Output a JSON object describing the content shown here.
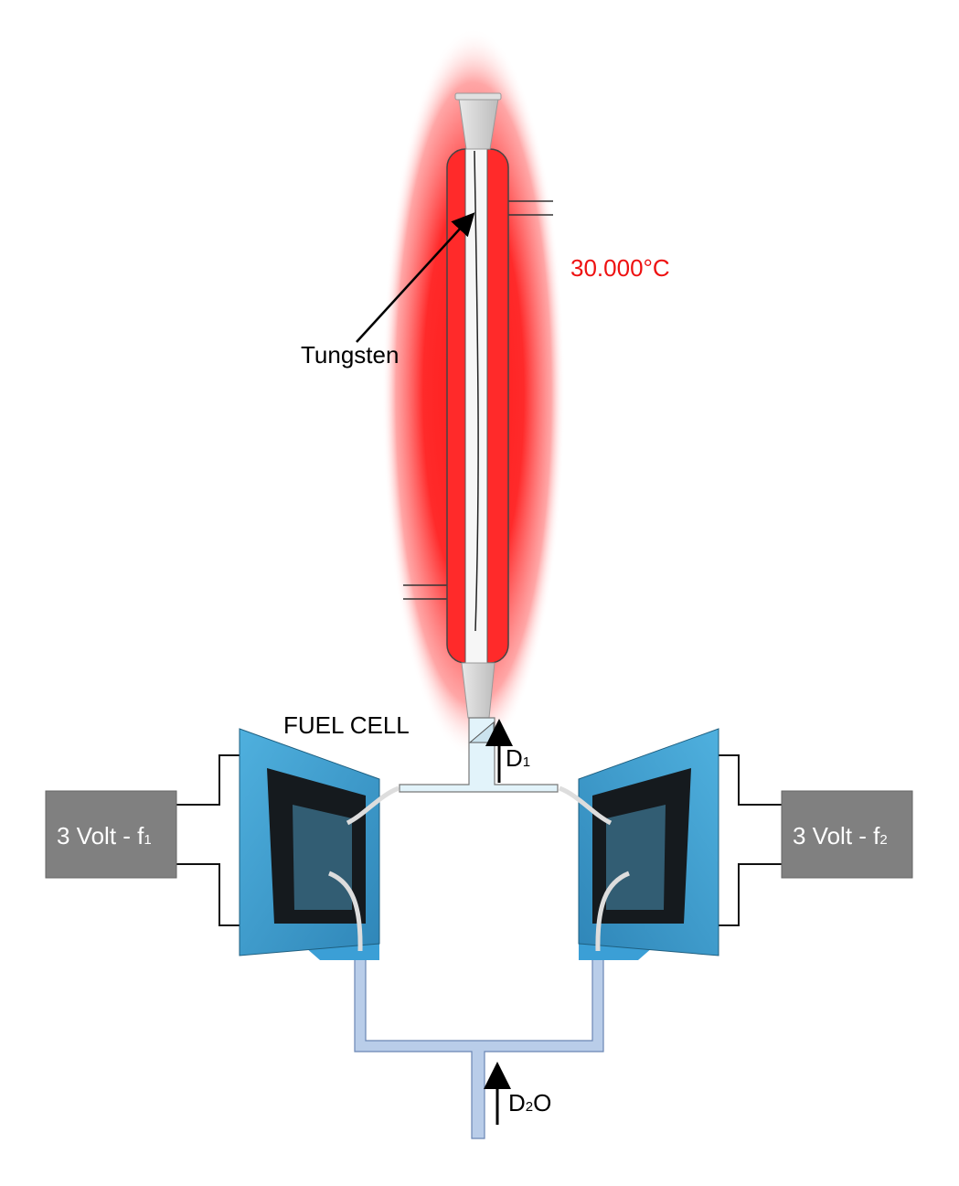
{
  "labels": {
    "tungsten": "Tungsten",
    "temperature": "30.000°C",
    "fuel_cell": "FUEL CELL",
    "d1_main": "D",
    "d1_sub": "1",
    "d2o_a": "D",
    "d2o_sub": "2",
    "d2o_b": "O"
  },
  "power_supplies": [
    {
      "main": "3 Volt - f",
      "sub": "1"
    },
    {
      "main": "3 Volt - f",
      "sub": "2"
    }
  ],
  "colors": {
    "glow": "#ff2020",
    "temperature_text": "#ee1111",
    "supply_box": "#808080",
    "water": "#b9cde9",
    "fuel_cell_plate": "#3f9ecf"
  }
}
